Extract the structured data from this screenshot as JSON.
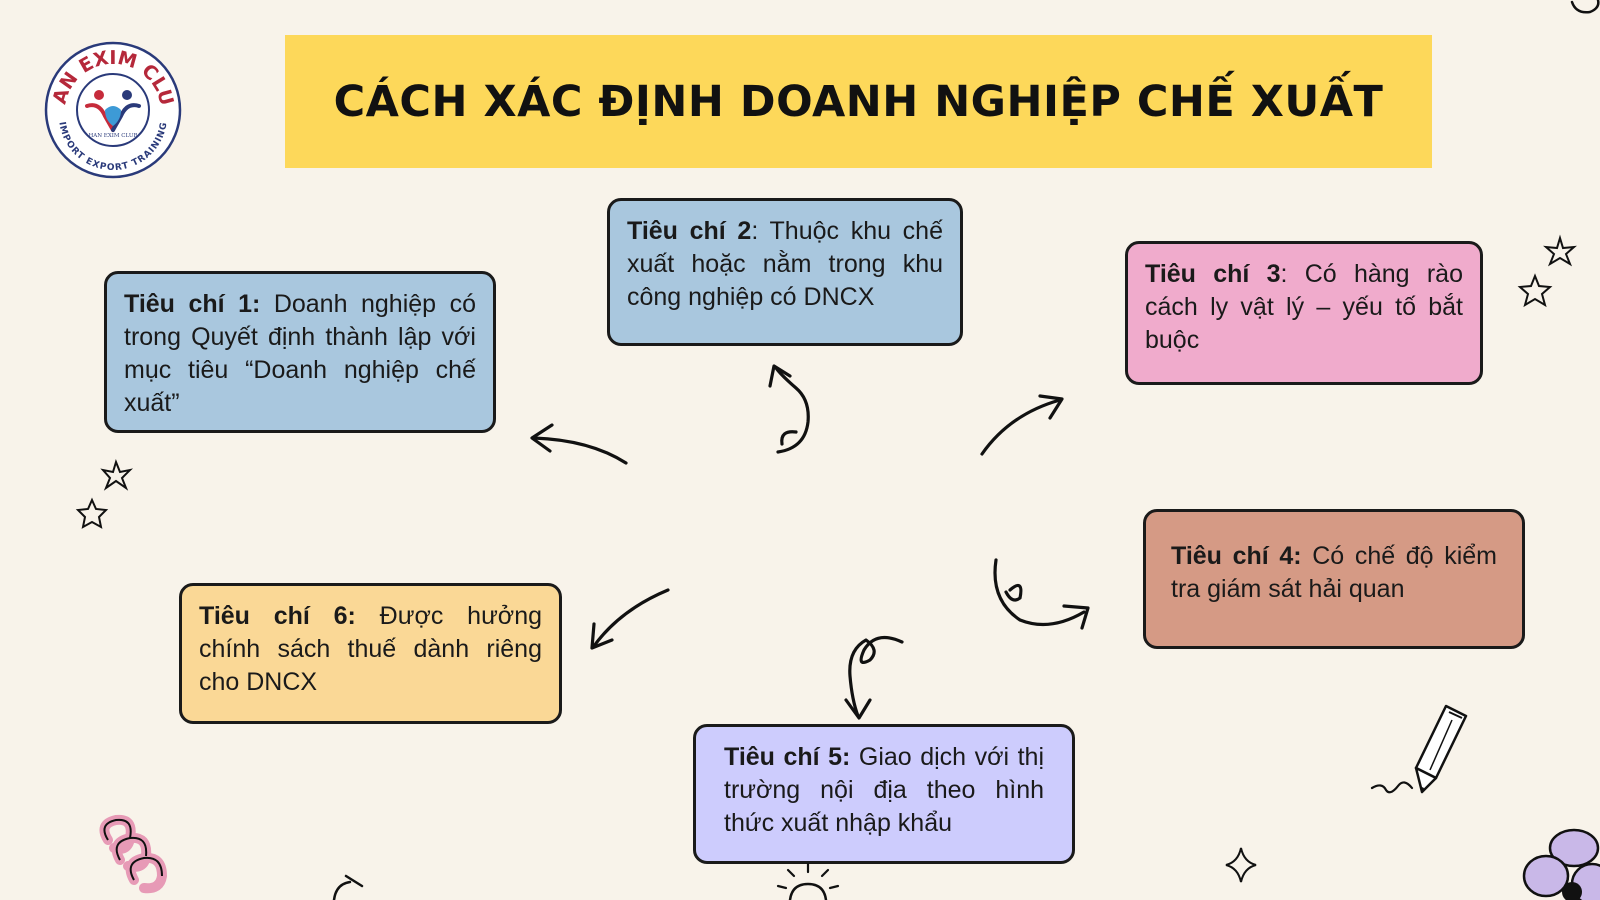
{
  "title": "CÁCH XÁC ĐỊNH DOANH NGHIỆP CHẾ XUẤT",
  "logo": {
    "top_text": "HAN EXIM CLUB",
    "bottom_text": "IMPORT EXPORT TRAINING",
    "inner_text": "HAN EXIM CLUB"
  },
  "criteria": [
    {
      "label": "Tiêu chí 1:",
      "text": " Doanh nghiệp có trong Quyết định thành lập với mục tiêu “Doanh nghiệp chế xuất”"
    },
    {
      "label": "Tiêu chí 2",
      "text": ": Thuộc khu chế xuất hoặc nằm trong khu công nghiệp có DNCX"
    },
    {
      "label": "Tiêu chí 3",
      "text": ": Có hàng rào cách ly vật lý – yếu tố bắt buộc"
    },
    {
      "label": "Tiêu chí 4:",
      "text": " Có chế độ kiểm tra giám sát hải quan"
    },
    {
      "label": "Tiêu chí 5:",
      "text": " Giao dịch với thị trường nội địa theo hình thức xuất nhập khẩu"
    },
    {
      "label": "Tiêu chí 6:",
      "text": " Được hưởng chính sách thuế dành riêng cho DNCX"
    }
  ],
  "colors": {
    "banner": "#fdd85a",
    "blue_box": "#a9c7de",
    "pink_box": "#f0abcc",
    "terracotta_box": "#d59a85",
    "lavender_box": "#cdccfd",
    "peach_box": "#fad896",
    "background": "#f8f3ea"
  },
  "icons": [
    "logo-icon",
    "arrow-icon",
    "star-icon",
    "sparkle-icon",
    "pencil-icon",
    "spring-icon",
    "flower-icon",
    "sun-icon"
  ]
}
